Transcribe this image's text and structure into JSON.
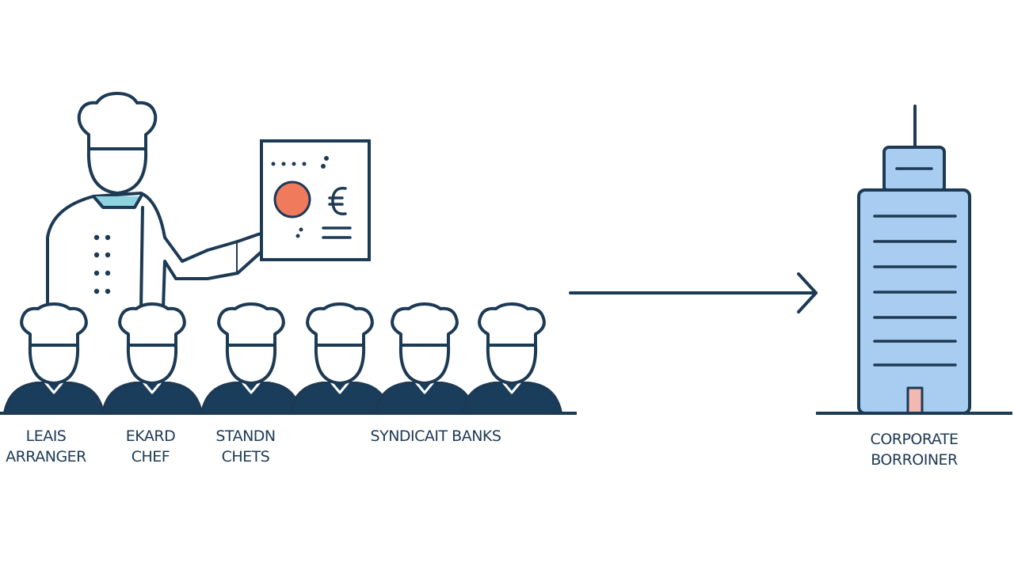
{
  "labels": {
    "lead_arranger": [
      "LEAIS",
      "ARRANGER"
    ],
    "head_chef": [
      "EKARD",
      "CHEF"
    ],
    "station_chefs": [
      "STANDN",
      "CHETS"
    ],
    "syndicate_banks": "SYNDICAIT BANKS",
    "corporate_borrower": [
      "CORPORATE",
      "BORROINER"
    ]
  },
  "colors": {
    "stroke": "#1d3a55",
    "fill_dark": "#1b3d5c",
    "building_fill": "#a8cdf0",
    "accent_orange": "#f07a5c",
    "accent_teal": "#8fd3e0",
    "door_pink": "#f4b8b3"
  },
  "icons": {
    "lead_chef": "chef-presenting-icon",
    "menu_board": "menu-board-icon",
    "chef_heads": "chef-head-icon",
    "arrow": "arrow-right-icon",
    "building": "office-building-icon"
  }
}
